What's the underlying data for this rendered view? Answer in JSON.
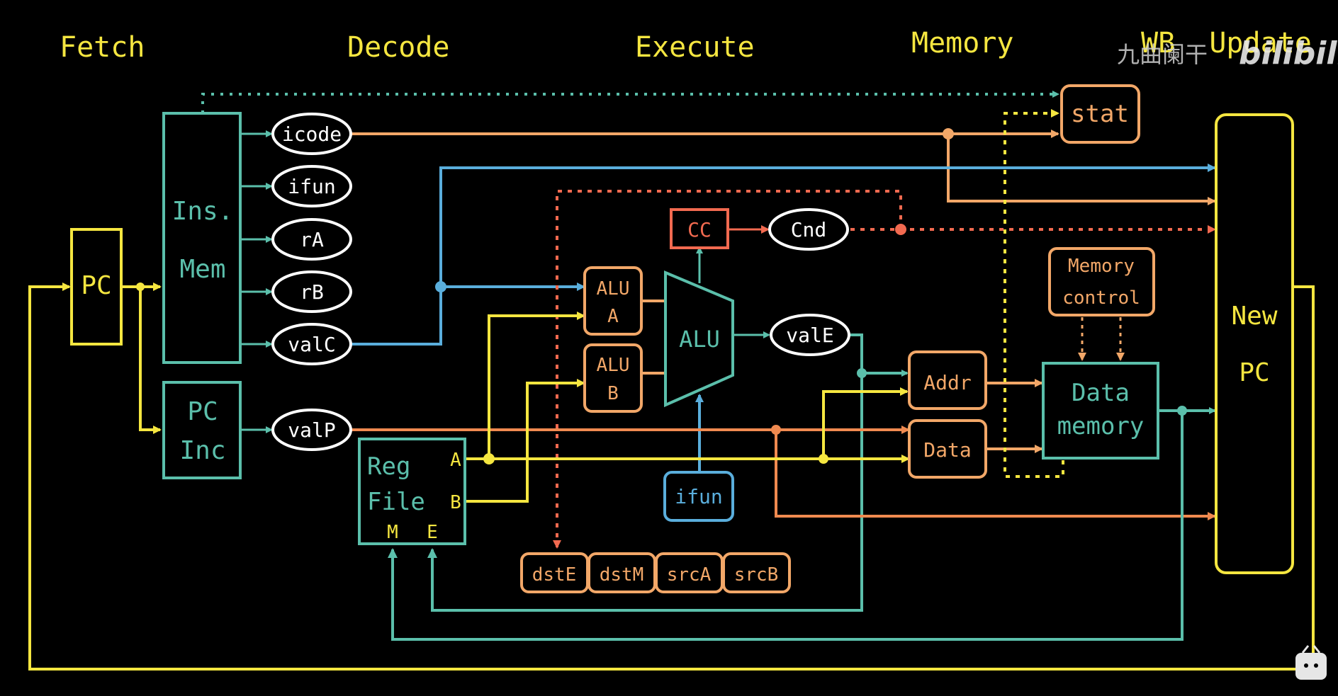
{
  "stages": {
    "fetch": "Fetch",
    "decode": "Decode",
    "execute": "Execute",
    "memory": "Memory",
    "wb_update": "WB  Update"
  },
  "blocks": {
    "pc": "PC",
    "ins_mem_line1": "Ins.",
    "ins_mem_line2": "Mem",
    "pc_inc_line1": "PC",
    "pc_inc_line2": "Inc",
    "reg_file_line1": "Reg",
    "reg_file_line2": "File",
    "reg_port_a": "A",
    "reg_port_b": "B",
    "reg_port_m": "M",
    "reg_port_e": "E",
    "alu_a_line1": "ALU",
    "alu_a_line2": "A",
    "alu_b_line1": "ALU",
    "alu_b_line2": "B",
    "alu": "ALU",
    "cc": "CC",
    "addr": "Addr",
    "data": "Data",
    "memory_control_line1": "Memory",
    "memory_control_line2": "control",
    "data_memory_line1": "Data",
    "data_memory_line2": "memory",
    "stat": "stat",
    "new_pc_line1": "New",
    "new_pc_line2": "PC"
  },
  "signals": {
    "icode": "icode",
    "ifun": "ifun",
    "rA": "rA",
    "rB": "rB",
    "valC": "valC",
    "valP": "valP",
    "cnd": "Cnd",
    "valE": "valE",
    "ifun_exec": "ifun"
  },
  "dst_src": [
    "dstE",
    "dstM",
    "srcA",
    "srcB"
  ],
  "watermark": {
    "text": "九曲阑干",
    "logo": "bilibili"
  },
  "colors": {
    "yellow": "#f5e640",
    "teal": "#5bbfab",
    "orange": "#f2a768",
    "red": "#f26a50",
    "blue": "#5aaedc",
    "white": "#ffffff"
  }
}
